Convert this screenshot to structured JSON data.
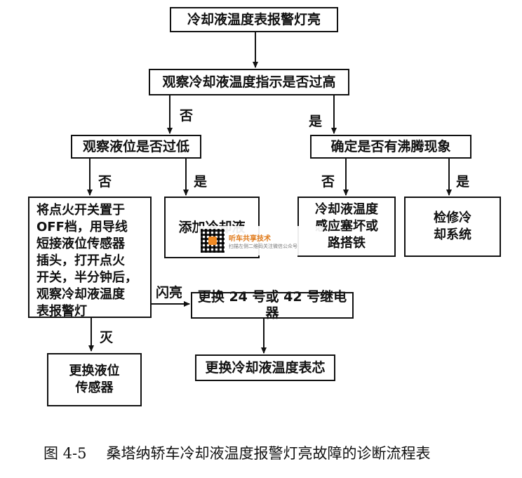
{
  "nodes": {
    "start": "冷却液温度表报警灯亮",
    "check_indicator": "观察冷却液温度指示是否过高",
    "check_level": "观察液位是否过低",
    "check_boiling": "确定是否有沸腾现象",
    "test_procedure_lines": [
      "将点火开关置于",
      "OFF档，用导线",
      "短接液位传感器",
      "插头，打开点火",
      "开关，半分钟后，",
      "观察冷却液温度",
      "表报警灯"
    ],
    "add_coolant": "添加冷却液",
    "sensor_bad_lines": [
      "冷却液温度",
      "感应塞坏或",
      "路搭铁"
    ],
    "repair_cooling_lines": [
      "检修冷",
      "却系统"
    ],
    "replace_relay": "更换 24 号或 42 号继电器",
    "replace_level_sensor_lines": [
      "更换液位",
      "传感器"
    ],
    "replace_gauge_core": "更换冷却液温度表芯"
  },
  "labels": {
    "no_left": "否",
    "yes_right": "是",
    "no_level": "否",
    "yes_level": "是",
    "no_boiling": "否",
    "yes_boiling": "是",
    "flash": "闪亮",
    "off": "灭"
  },
  "caption": {
    "number": "图 4-5",
    "title": "桑塔纳轿车冷却液温度报警灯亮故障的诊断流程表"
  },
  "watermark": {
    "title": "听车共享技术",
    "subtitle": "扫描左侧二维码关注微信公众号"
  }
}
